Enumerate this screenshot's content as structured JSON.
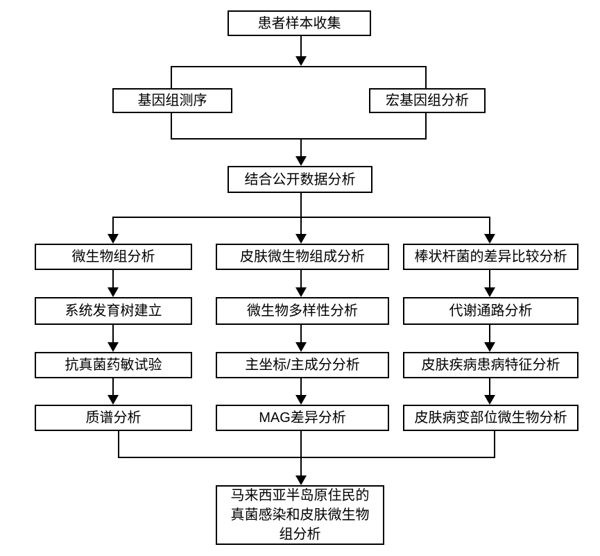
{
  "diagram": {
    "type": "flowchart",
    "language": "zh-CN",
    "colors": {
      "line": "#000000",
      "background": "#ffffff",
      "box_fill": "#ffffff",
      "text": "#000000"
    },
    "nodes": {
      "patient_sample": "患者样本收集",
      "genome_sequencing": "基因组测序",
      "metagenome_analysis": "宏基因组分析",
      "public_data": "结合公开数据分析",
      "final": "马来西亚半岛原住民的\n真菌感染和皮肤微生物\n组分析"
    },
    "columns": [
      {
        "steps": [
          "微生物组分析",
          "系统发育树建立",
          "抗真菌药敏试验",
          "质谱分析"
        ]
      },
      {
        "steps": [
          "皮肤微生物组成分析",
          "微生物多样性分析",
          "主坐标/主成分分析",
          "MAG差异分析"
        ]
      },
      {
        "steps": [
          "棒状杆菌的差异比较分析",
          "代谢通路分析",
          "皮肤疾病患病特征分析",
          "皮肤病变部位微生物分析"
        ]
      }
    ]
  }
}
